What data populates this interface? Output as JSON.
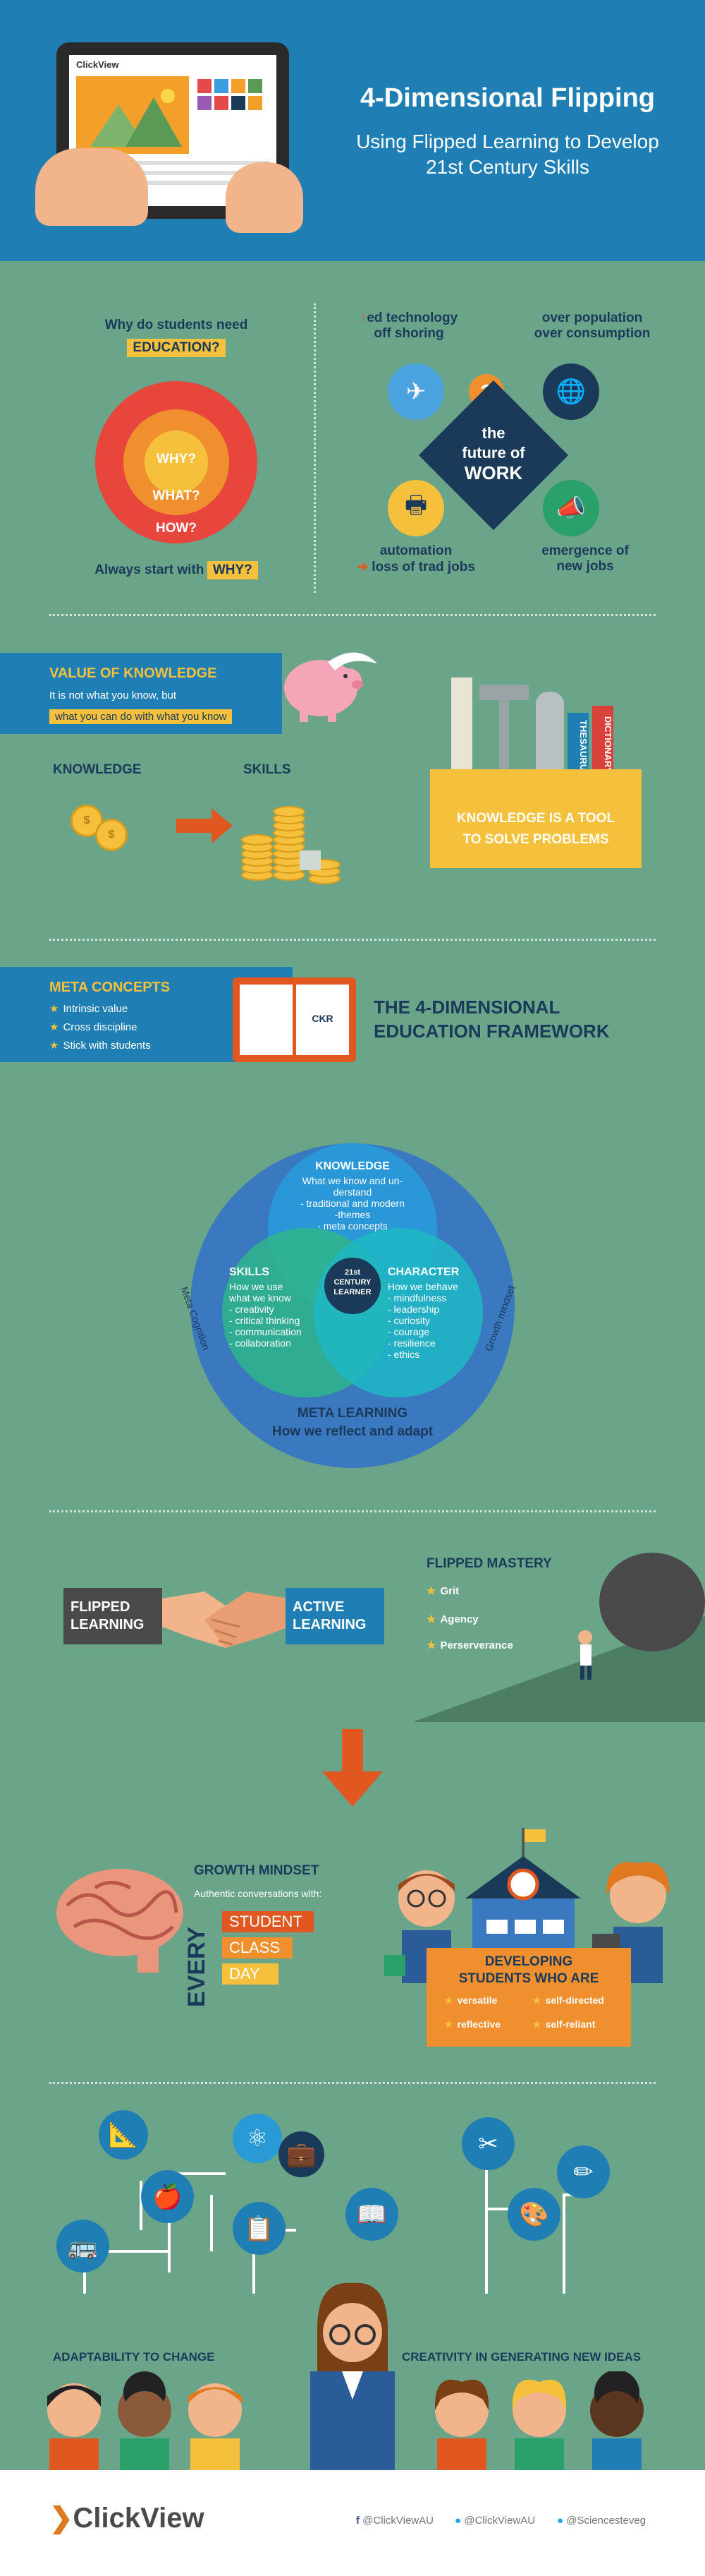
{
  "header": {
    "title": "4-Dimensional Flipping",
    "subtitle_line1": "Using Flipped Learning to Develop",
    "subtitle_line2": "21st Century Skills",
    "tablet_logo": "ClickView"
  },
  "why": {
    "question": "Why do students need",
    "question_hl": "EDUCATION?",
    "ring1": "WHY?",
    "ring2": "WHAT?",
    "ring3": "HOW?",
    "start": "Always start with",
    "start_hl": "WHY?"
  },
  "future": {
    "tl1": "ed technology",
    "tl2": "off shoring",
    "tr1": "over population",
    "tr2": "over consumption",
    "center1": "the",
    "center2": "future of",
    "center3": "WORK",
    "bl1": "automation",
    "bl2": "loss of trad jobs",
    "br1": "emergence of",
    "br2": "new jobs"
  },
  "knowledge": {
    "title": "VALUE OF KNOWLEDGE",
    "line1": "It is not what you know, but",
    "line2": "what you can do with what you know",
    "k_label": "KNOWLEDGE",
    "s_label": "SKILLS",
    "tool1": "KNOWLEDGE IS A TOOL",
    "tool2": "TO SOLVE PROBLEMS",
    "book1": "THESAURUS",
    "book2": "DICTIONARY"
  },
  "meta": {
    "title": "META CONCEPTS",
    "items": [
      "Intrinsic value",
      "Cross discipline",
      "Stick with students"
    ],
    "book_text": "CKR",
    "framework1": "THE 4-DIMENSIONAL",
    "framework2": "EDUCATION FRAMEWORK"
  },
  "venn": {
    "k_title": "KNOWLEDGE",
    "k_lines": [
      "What we know and un-",
      "derstand",
      "- traditional and modern",
      "-themes",
      "- meta concepts"
    ],
    "s_title": "SKILLS",
    "s_lines": [
      "How we use",
      "what we know",
      "- creativity",
      "- critical thinking",
      "- communication",
      "- collaboration"
    ],
    "c_title": "CHARACTER",
    "c_lines": [
      "How we behave",
      "- mindfulness",
      "- leadership",
      "- curiosity",
      "- courage",
      "- resilience",
      "- ethics"
    ],
    "center1": "21st",
    "center2": "CENTURY",
    "center3": "LEARNER",
    "meta_cog": "Meta Cognition",
    "growth": "Growth mindset",
    "ml1": "META LEARNING",
    "ml2": "How we reflect and adapt"
  },
  "flipped": {
    "left1": "FLIPPED",
    "left2": "LEARNING",
    "right1": "ACTIVE",
    "right2": "LEARNING",
    "mastery": "FLIPPED MASTERY",
    "items": [
      "Grit",
      "Agency",
      "Perserverance"
    ]
  },
  "growth": {
    "title": "GROWTH MINDSET",
    "sub": "Authentic conversations with:",
    "every": "EVERY",
    "items": [
      "STUDENT",
      "CLASS",
      "DAY"
    ],
    "dev1": "DEVELOPING",
    "dev2": "STUDENTS WHO ARE",
    "traits": [
      "versatile",
      "self-directed",
      "reflective",
      "self-reliant"
    ]
  },
  "bottom": {
    "adapt": "ADAPTABILITY TO CHANGE",
    "create": "CREATIVITY IN GENERATING NEW IDEAS"
  },
  "footer": {
    "logo_a": "Click",
    "logo_b": "View",
    "fb": "@ClickViewAU",
    "tw1": "@ClickViewAU",
    "tw2": "@Sciencesteveg"
  },
  "colors": {
    "header": "#1f7fb4",
    "background": "#6aa58a",
    "accent_yellow": "#f5c13c",
    "navy": "#1b3a5a",
    "orange": "#e0571f"
  }
}
